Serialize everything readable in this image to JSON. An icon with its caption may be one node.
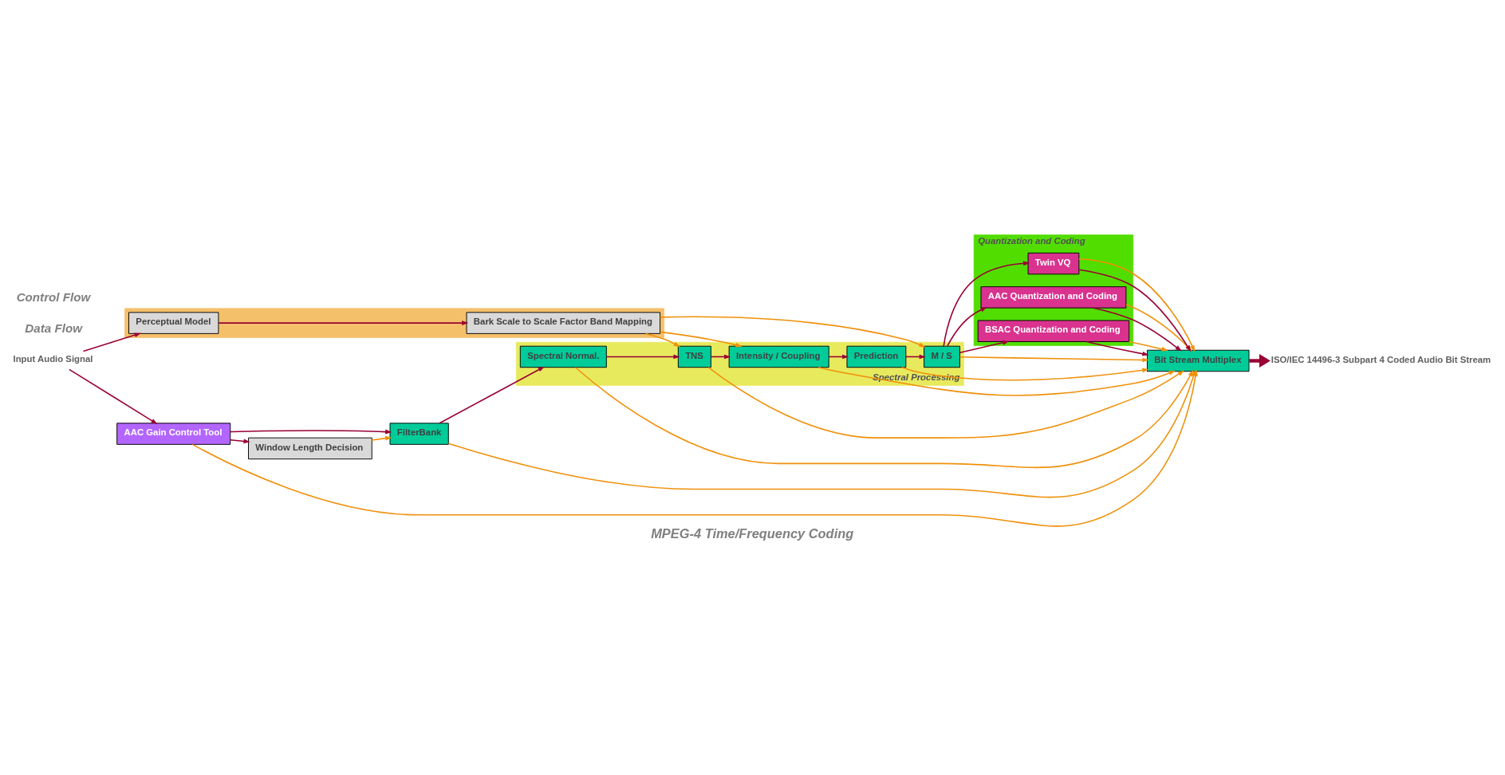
{
  "diagram": {
    "title": "MPEG-4 Time/Frequency Coding",
    "nodes": [
      {
        "text": [
          "Bit Stream Multiplex"
        ]
      },
      {
        "text": [
          "ISO/IEC 14496-3 Subpart 4 Coded Audio Bit Stream"
        ]
      },
      {
        "text": [
          "Input Audio Signal"
        ]
      },
      {
        "text": [
          "AAC Gain Control Tool"
        ]
      },
      {
        "text": [
          "FilterBank"
        ]
      },
      {
        "text": [
          "Spectral Processing"
        ]
      },
      {
        "text": [
          "Spectral Normal."
        ],
        "in": 5
      },
      {
        "text": [
          "TNS"
        ],
        "in": 5
      },
      {
        "text": [
          "Intensity / Coupling"
        ],
        "in": 5
      },
      {
        "text": [
          "Prediction"
        ],
        "in": 5
      },
      {
        "text": [
          "M / S"
        ],
        "in": 5
      },
      {
        "text": [
          "Quantization and Coding"
        ]
      },
      {
        "text": [
          "AAC Quantization and Coding"
        ],
        "in": 11
      },
      {
        "text": [
          "BSAC Quantization and Coding"
        ],
        "in": 11
      },
      {
        "text": [
          "Twin VQ"
        ],
        "in": 11
      },
      {
        "text": [
          "Window Length Decision"
        ]
      },
      {
        "text": [],
        "shape": "box"
      },
      {
        "text": [
          "Perceptual Model"
        ],
        "in": 16
      },
      {
        "text": [
          "Bark Scale to Scale Factor Band Mapping"
        ],
        "in": 16
      }
    ],
    "edges": [
      {
        "from": 0,
        "to": 1,
        "arrow": "to",
        "style": "thick"
      },
      {
        "from": 2,
        "to": 3,
        "arrow": "to"
      },
      {
        "from": 3,
        "to": 4,
        "arrow": "to"
      },
      {
        "from": 4,
        "to": 6,
        "arrow": "to"
      },
      {
        "from": 6,
        "to": 7,
        "arrow": "to"
      },
      {
        "from": 7,
        "to": 8,
        "arrow": "to"
      },
      {
        "from": 8,
        "to": 9,
        "arrow": "to"
      },
      {
        "from": 9,
        "to": 10,
        "arrow": "to"
      },
      {
        "from": 10,
        "to": 12,
        "arrow": "to"
      },
      {
        "from": 10,
        "to": 13,
        "arrow": "to"
      },
      {
        "from": 10,
        "to": 14,
        "arrow": "to"
      },
      {
        "from": 3,
        "to": 15,
        "arrow": "to"
      },
      {
        "from": 2,
        "to": 17,
        "arrow": "to"
      },
      {
        "from": 17,
        "to": 18,
        "arrow": "to"
      },
      {
        "from": 12,
        "to": 0,
        "arrow": "to"
      },
      {
        "from": 13,
        "to": 0,
        "arrow": "to"
      },
      {
        "from": 14,
        "to": 0,
        "arrow": "to"
      },
      {
        "from": 3,
        "to": 0,
        "arrow": "to",
        "color": "#f0900a"
      },
      {
        "from": 4,
        "to": 0,
        "arrow": "to",
        "color": "#f0900a"
      },
      {
        "from": 6,
        "to": 0,
        "arrow": "to",
        "color": "#f0900a"
      },
      {
        "from": 7,
        "to": 0,
        "arrow": "to",
        "color": "#f0900a"
      },
      {
        "from": 8,
        "to": 0,
        "arrow": "to",
        "color": "#f0900a"
      },
      {
        "from": 9,
        "to": 0,
        "arrow": "to",
        "color": "#f0900a"
      },
      {
        "from": 10,
        "to": 0,
        "arrow": "to",
        "color": "#f0900a"
      },
      {
        "from": 12,
        "to": 0,
        "arrow": "to",
        "color": "#f0900a"
      },
      {
        "from": 13,
        "to": 0,
        "arrow": "to",
        "color": "#f0900a"
      },
      {
        "from": 14,
        "to": 0,
        "arrow": "to",
        "color": "#f0900a"
      },
      {
        "from": 15,
        "to": 4,
        "arrow": "to",
        "color": "#f0900a"
      },
      {
        "from": 18,
        "to": 7,
        "arrow": "to",
        "color": "#f0900a"
      },
      {
        "from": 18,
        "to": 8,
        "arrow": "to",
        "color": "#f0900a"
      },
      {
        "from": 18,
        "to": 10,
        "arrow": "to",
        "color": "#f0900a"
      }
    ],
    "labels": [
      "Data Flow",
      "Control Flow"
    ]
  }
}
